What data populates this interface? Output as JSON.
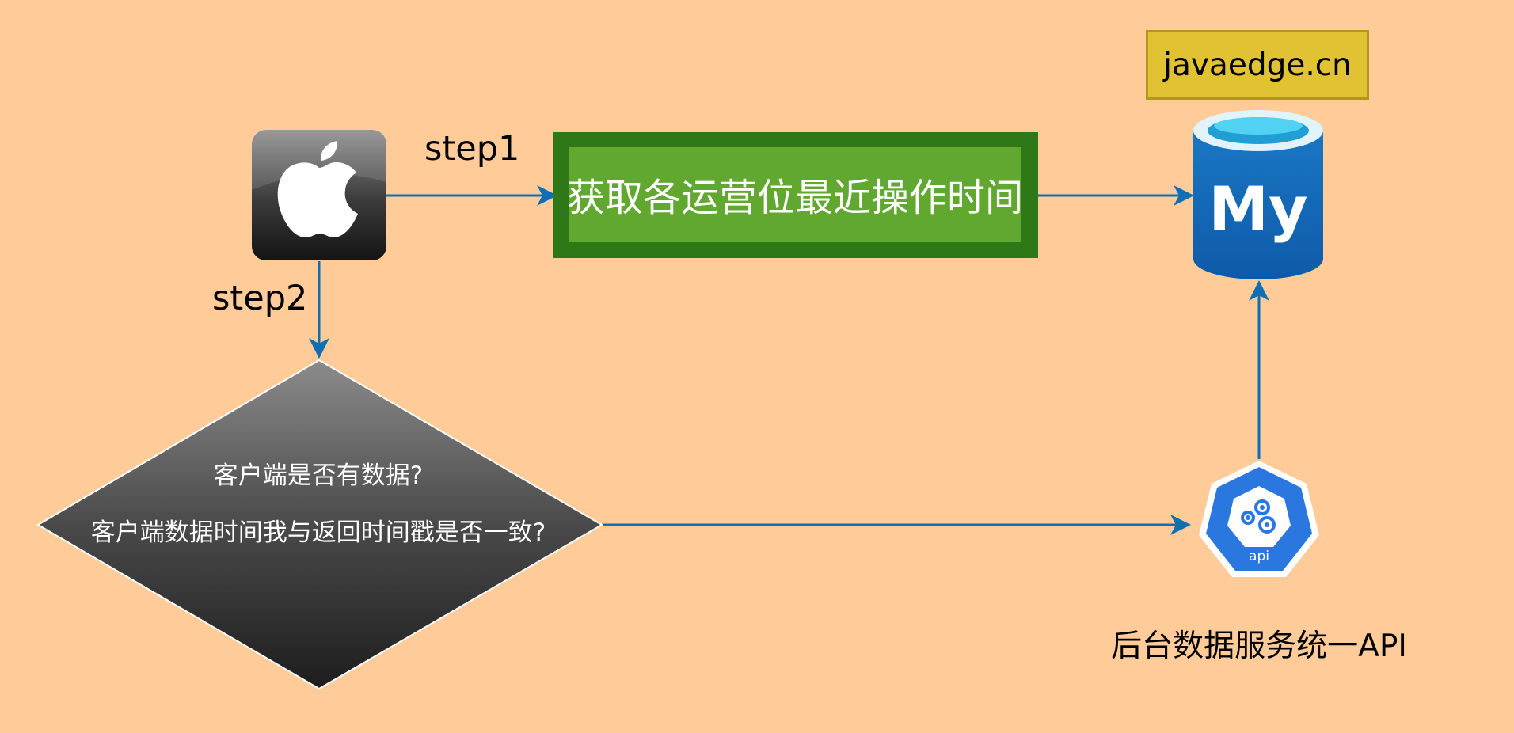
{
  "diagram": {
    "step1_label": "step1",
    "step2_label": "step2",
    "process_box_text": "获取各运营位最近操作时间",
    "decision": {
      "line1": "客户端是否有数据?",
      "line2": "客户端数据时间我与返回时间戳是否一致?"
    },
    "site_tag": "javaedge.cn",
    "database_logo_text": "My",
    "api_badge_text": "api",
    "api_caption": "后台数据服务统一API"
  },
  "colors": {
    "background": "#ffcc99",
    "arrow": "#0e6fb5",
    "process_box_fill": "#60a830",
    "process_box_border": "#2f7818",
    "site_tag_fill": "#e1c232",
    "database_blue": "#1670c0",
    "api_blue": "#2a77e0"
  },
  "icons": {
    "client": "apple-logo-icon",
    "database": "mysql-database-icon",
    "api": "kubernetes-api-icon"
  }
}
